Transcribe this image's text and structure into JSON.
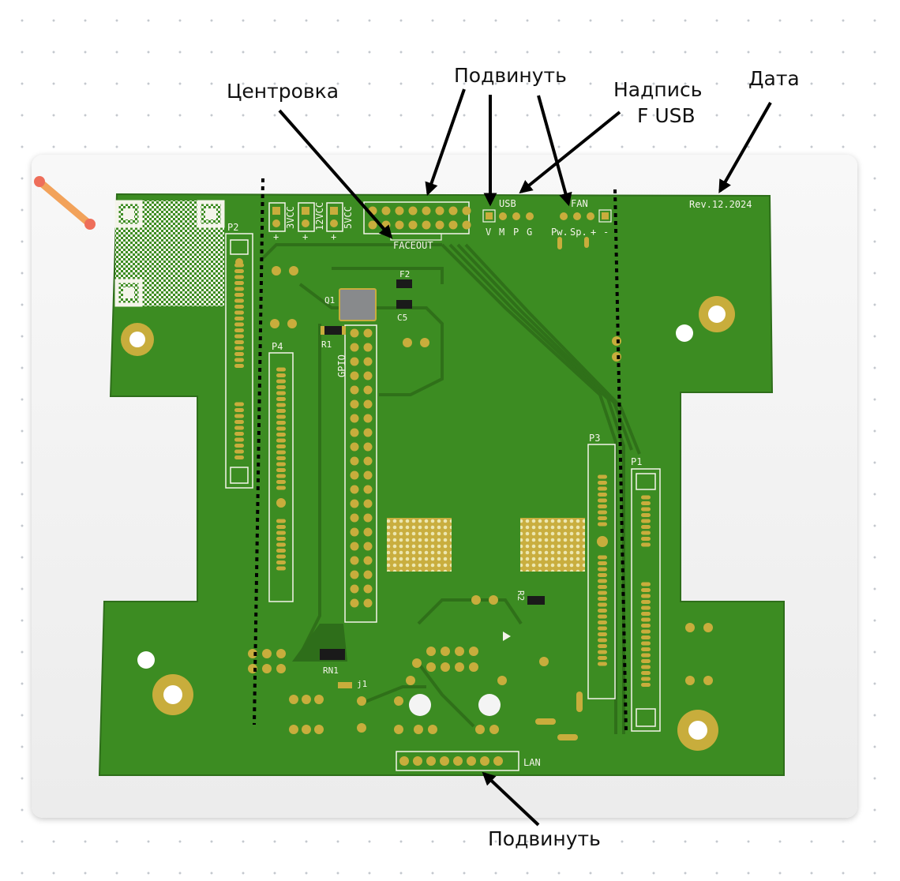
{
  "annotations": {
    "centering": "Центровка",
    "move_top": "Подвинуть",
    "label_line1": "Надпись",
    "label_line2": "F USB",
    "date": "Дата",
    "move_bottom": "Подвинуть"
  },
  "silkscreen": {
    "rev": "Rev.12.2024",
    "usb": "USB",
    "usb_pins": [
      "V",
      "M",
      "P",
      "G"
    ],
    "fan": "FAN",
    "fan_pins": [
      "Pw.",
      "Sp.",
      "+",
      "-"
    ],
    "faceout": "FACEOUT",
    "vcc": [
      "3VCC",
      "12VCC",
      "5VCC"
    ],
    "vcc_plus": [
      "+",
      "+",
      "+"
    ],
    "p1": "P1",
    "p2": "P2",
    "p3": "P3",
    "p4": "P4",
    "q1": "Q1",
    "r1": "R1",
    "r2": "R2",
    "f2": "F2",
    "c5": "C5",
    "gpio": "GPIO",
    "rn1": "RN1",
    "j1": "j1",
    "lan": "LAN"
  },
  "colors": {
    "board": "#3c8c22",
    "board_dark": "#2e6e1a",
    "trace": "#2f7019",
    "copper": "#c8ad3c",
    "arrow": "#000000"
  }
}
